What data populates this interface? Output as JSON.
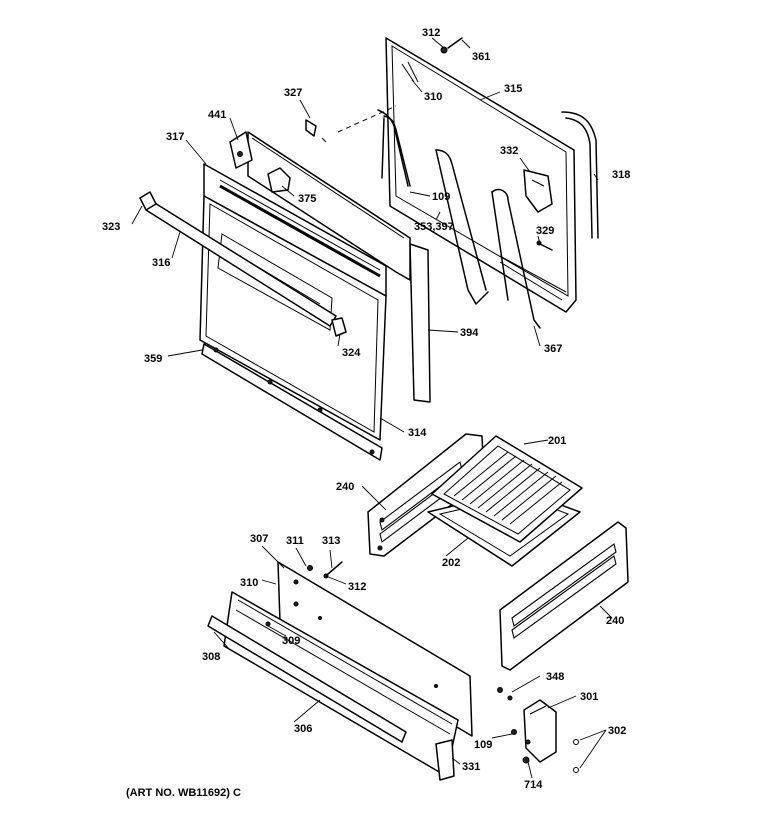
{
  "art_number": "(ART NO. WB11692) C",
  "callouts": [
    {
      "id": "312",
      "text": "312"
    },
    {
      "id": "361",
      "text": "361"
    },
    {
      "id": "310",
      "text": "310"
    },
    {
      "id": "315",
      "text": "315"
    },
    {
      "id": "327",
      "text": "327"
    },
    {
      "id": "441",
      "text": "441"
    },
    {
      "id": "317",
      "text": "317"
    },
    {
      "id": "332",
      "text": "332"
    },
    {
      "id": "318",
      "text": "318"
    },
    {
      "id": "375",
      "text": "375"
    },
    {
      "id": "109",
      "text": "109"
    },
    {
      "id": "353-397",
      "text": "353,397"
    },
    {
      "id": "323",
      "text": "323"
    },
    {
      "id": "329",
      "text": "329"
    },
    {
      "id": "316",
      "text": "316"
    },
    {
      "id": "324",
      "text": "324"
    },
    {
      "id": "394",
      "text": "394"
    },
    {
      "id": "367",
      "text": "367"
    },
    {
      "id": "359",
      "text": "359"
    },
    {
      "id": "314",
      "text": "314"
    },
    {
      "id": "201",
      "text": "201"
    },
    {
      "id": "240a",
      "text": "240"
    },
    {
      "id": "202",
      "text": "202"
    },
    {
      "id": "307",
      "text": "307"
    },
    {
      "id": "311",
      "text": "311"
    },
    {
      "id": "313",
      "text": "313"
    },
    {
      "id": "312b",
      "text": "312"
    },
    {
      "id": "310b",
      "text": "310"
    },
    {
      "id": "240b",
      "text": "240"
    },
    {
      "id": "309",
      "text": "309"
    },
    {
      "id": "308",
      "text": "308"
    },
    {
      "id": "348",
      "text": "348"
    },
    {
      "id": "301",
      "text": "301"
    },
    {
      "id": "302",
      "text": "302"
    },
    {
      "id": "306",
      "text": "306"
    },
    {
      "id": "109b",
      "text": "109"
    },
    {
      "id": "331",
      "text": "331"
    },
    {
      "id": "714",
      "text": "714"
    }
  ]
}
